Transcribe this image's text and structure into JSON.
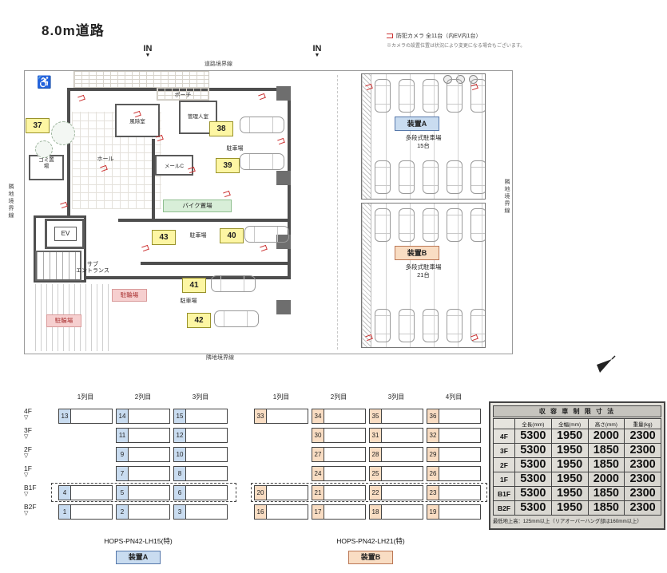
{
  "page": {
    "title": "8.0m道路"
  },
  "legend": {
    "camera": "防犯カメラ 全11台（内EV内1台）",
    "note": "※カメラの設置位置は状況により変更になる場合もございます。"
  },
  "site": {
    "in_label": "IN",
    "in_arrow": "▼",
    "road_boundary": "道路境界線",
    "adjacent_boundary": "隣地境界線",
    "rooms": {
      "porch": "ポーチ",
      "windbreak": "風除室",
      "manager": "管理人室",
      "hall": "ホール",
      "mail_corner": "メールC",
      "bike_storage": "バイク置場",
      "elevator": "EV",
      "sub_entrance_1": "サブ",
      "sub_entrance_2": "エントランス",
      "garbage": "ゴミ置場",
      "bicycle": "駐輪場",
      "parking": "駐車場"
    },
    "spots": [
      "37",
      "38",
      "39",
      "40",
      "41",
      "42",
      "43"
    ],
    "device_a": {
      "name": "装置A",
      "type": "多段式駐車場",
      "capacity": "15台"
    },
    "device_b": {
      "name": "装置B",
      "type": "多段式駐車場",
      "capacity": "21台"
    }
  },
  "grid_a": {
    "columns": [
      "1列目",
      "2列目",
      "3列目"
    ],
    "floors": [
      "4F",
      "3F",
      "2F",
      "1F",
      "B1F",
      "B2F"
    ],
    "floor_marker": "▽",
    "cells": [
      [
        "13",
        "14",
        "15"
      ],
      [
        "",
        "11",
        "12"
      ],
      [
        "",
        "9",
        "10"
      ],
      [
        "",
        "7",
        "8"
      ],
      [
        "4",
        "5",
        "6"
      ],
      [
        "1",
        "2",
        "3"
      ]
    ],
    "model": "HOPS-PN42-LH15(特)",
    "badge": "装置A"
  },
  "grid_b": {
    "columns": [
      "1列目",
      "2列目",
      "3列目",
      "4列目"
    ],
    "floors": [
      "4F",
      "3F",
      "2F",
      "1F",
      "B1F",
      "B2F"
    ],
    "cells": [
      [
        "33",
        "34",
        "35",
        "36"
      ],
      [
        "",
        "30",
        "31",
        "32"
      ],
      [
        "",
        "27",
        "28",
        "29"
      ],
      [
        "",
        "24",
        "25",
        "26"
      ],
      [
        "20",
        "21",
        "22",
        "23"
      ],
      [
        "16",
        "17",
        "18",
        "19"
      ]
    ],
    "model": "HOPS-PN42-LH21(特)",
    "badge": "装置B"
  },
  "limits": {
    "title": "収 容 車 制 限 寸 法",
    "headers": [
      "全長(mm)",
      "全幅(mm)",
      "高さ(mm)",
      "重量(kg)"
    ],
    "rows": [
      {
        "floor": "4F",
        "values": [
          "5300",
          "1950",
          "2000",
          "2300"
        ]
      },
      {
        "floor": "3F",
        "values": [
          "5300",
          "1950",
          "1850",
          "2300"
        ]
      },
      {
        "floor": "2F",
        "values": [
          "5300",
          "1950",
          "1850",
          "2300"
        ]
      },
      {
        "floor": "1F",
        "values": [
          "5300",
          "1950",
          "2000",
          "2300"
        ]
      },
      {
        "floor": "B1F",
        "values": [
          "5300",
          "1950",
          "1850",
          "2300"
        ]
      },
      {
        "floor": "B2F",
        "values": [
          "5300",
          "1950",
          "1850",
          "2300"
        ]
      }
    ],
    "note": "最低地上高：125mm以上（リアオーバーハング部は160mm以上）"
  },
  "colors": {
    "spot_yellow": "#fdf6a3",
    "device_a_blue": "#c9dcf0",
    "device_b_orange": "#f9ddc3",
    "bike_green": "#d8eed8",
    "bicycle_pink": "#f6cfcf",
    "camera_red": "#cc3333"
  }
}
